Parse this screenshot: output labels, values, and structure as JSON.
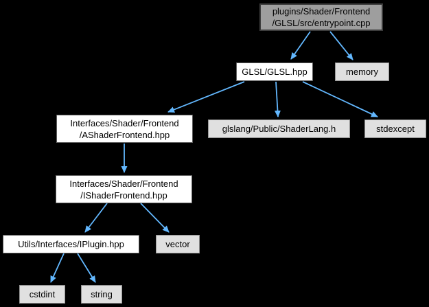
{
  "colors": {
    "background": "#000000",
    "edge": "#63b8ff",
    "node-current-fill": "#9e9e9e",
    "node-current-border": "#3c3c3c",
    "node-linked-fill": "#ffffff",
    "node-linked-border": "#5f5f5f",
    "node-plain-fill": "#e0e0e0",
    "node-plain-border": "#929292",
    "text": "#000000"
  },
  "graph": {
    "type": "include-dependency-graph",
    "nodes": [
      {
        "id": "entrypoint-cpp",
        "style": "current",
        "label": "plugins/Shader/Frontend/GLSL/src/entrypoint.cpp",
        "lines": [
          "plugins/Shader/Frontend",
          "/GLSL/src/entrypoint.cpp"
        ]
      },
      {
        "id": "glsl-hpp",
        "style": "linked",
        "label": "GLSL/GLSL.hpp",
        "lines": [
          "GLSL/GLSL.hpp"
        ]
      },
      {
        "id": "memory",
        "style": "plain",
        "label": "memory",
        "lines": [
          "memory"
        ]
      },
      {
        "id": "ashaderfrontend-hpp",
        "style": "linked",
        "label": "Interfaces/Shader/Frontend/AShaderFrontend.hpp",
        "lines": [
          "Interfaces/Shader/Frontend",
          "/AShaderFrontend.hpp"
        ]
      },
      {
        "id": "shaderlang-h",
        "style": "plain",
        "label": "glslang/Public/ShaderLang.h",
        "lines": [
          "glslang/Public/ShaderLang.h"
        ]
      },
      {
        "id": "stdexcept",
        "style": "plain",
        "label": "stdexcept",
        "lines": [
          "stdexcept"
        ]
      },
      {
        "id": "ishaderfrontend-hpp",
        "style": "linked",
        "label": "Interfaces/Shader/Frontend/IShaderFrontend.hpp",
        "lines": [
          "Interfaces/Shader/Frontend",
          "/IShaderFrontend.hpp"
        ]
      },
      {
        "id": "iplugin-hpp",
        "style": "linked",
        "label": "Utils/Interfaces/IPlugin.hpp",
        "lines": [
          "Utils/Interfaces/IPlugin.hpp"
        ]
      },
      {
        "id": "vector",
        "style": "plain",
        "label": "vector",
        "lines": [
          "vector"
        ]
      },
      {
        "id": "cstdint",
        "style": "plain",
        "label": "cstdint",
        "lines": [
          "cstdint"
        ]
      },
      {
        "id": "string",
        "style": "plain",
        "label": "string",
        "lines": [
          "string"
        ]
      }
    ],
    "edges": [
      {
        "from": "plugins/Shader/Frontend/GLSL/src/entrypoint.cpp",
        "to": "GLSL/GLSL.hpp"
      },
      {
        "from": "plugins/Shader/Frontend/GLSL/src/entrypoint.cpp",
        "to": "memory"
      },
      {
        "from": "GLSL/GLSL.hpp",
        "to": "Interfaces/Shader/Frontend/AShaderFrontend.hpp"
      },
      {
        "from": "GLSL/GLSL.hpp",
        "to": "glslang/Public/ShaderLang.h"
      },
      {
        "from": "GLSL/GLSL.hpp",
        "to": "stdexcept"
      },
      {
        "from": "Interfaces/Shader/Frontend/AShaderFrontend.hpp",
        "to": "Interfaces/Shader/Frontend/IShaderFrontend.hpp"
      },
      {
        "from": "Interfaces/Shader/Frontend/IShaderFrontend.hpp",
        "to": "Utils/Interfaces/IPlugin.hpp"
      },
      {
        "from": "Interfaces/Shader/Frontend/IShaderFrontend.hpp",
        "to": "vector"
      },
      {
        "from": "Utils/Interfaces/IPlugin.hpp",
        "to": "cstdint"
      },
      {
        "from": "Utils/Interfaces/IPlugin.hpp",
        "to": "string"
      }
    ]
  }
}
